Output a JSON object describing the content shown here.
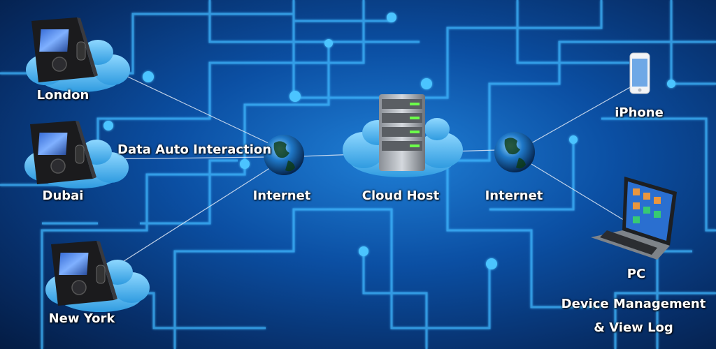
{
  "colors": {
    "background": "#0b4fa3",
    "circuit": "#3fb8ff",
    "link": "#dfe8f5",
    "cloud": "#5fc0f2",
    "label": "#ffffff"
  },
  "devices": [
    {
      "name": "London",
      "icon": "fingerprint-terminal-icon"
    },
    {
      "name": "Dubai",
      "icon": "fingerprint-terminal-icon"
    },
    {
      "name": "New York",
      "icon": "fingerprint-terminal-icon"
    }
  ],
  "link_label": "Data Auto Interaction",
  "nodes": {
    "internet_left": {
      "label": "Internet",
      "icon": "globe-icon"
    },
    "cloud_host": {
      "label": "Cloud Host",
      "icon": "server-icon"
    },
    "internet_right": {
      "label": "Internet",
      "icon": "globe-icon"
    }
  },
  "clients": {
    "iphone": {
      "label": "iPhone",
      "icon": "smartphone-icon"
    },
    "pc": {
      "label": "PC",
      "icon": "laptop-icon",
      "caption_line1": "Device Management",
      "caption_line2": "& View Log"
    }
  }
}
